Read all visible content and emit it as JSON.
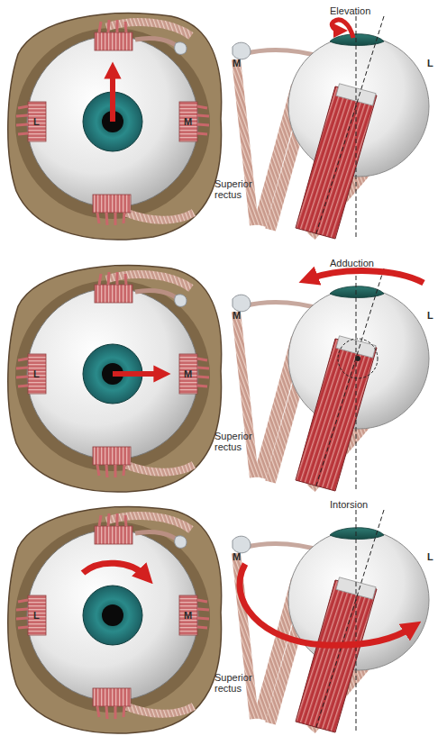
{
  "diagram": {
    "labels": [
      "L",
      "M",
      "Elevation",
      "M",
      "L",
      "Superior rectus",
      "L",
      "M",
      "Adduction",
      "M",
      "L",
      "Superior rectus",
      "L",
      "M",
      "Intorsion",
      "M",
      "L",
      "Superior rectus"
    ]
  }
}
